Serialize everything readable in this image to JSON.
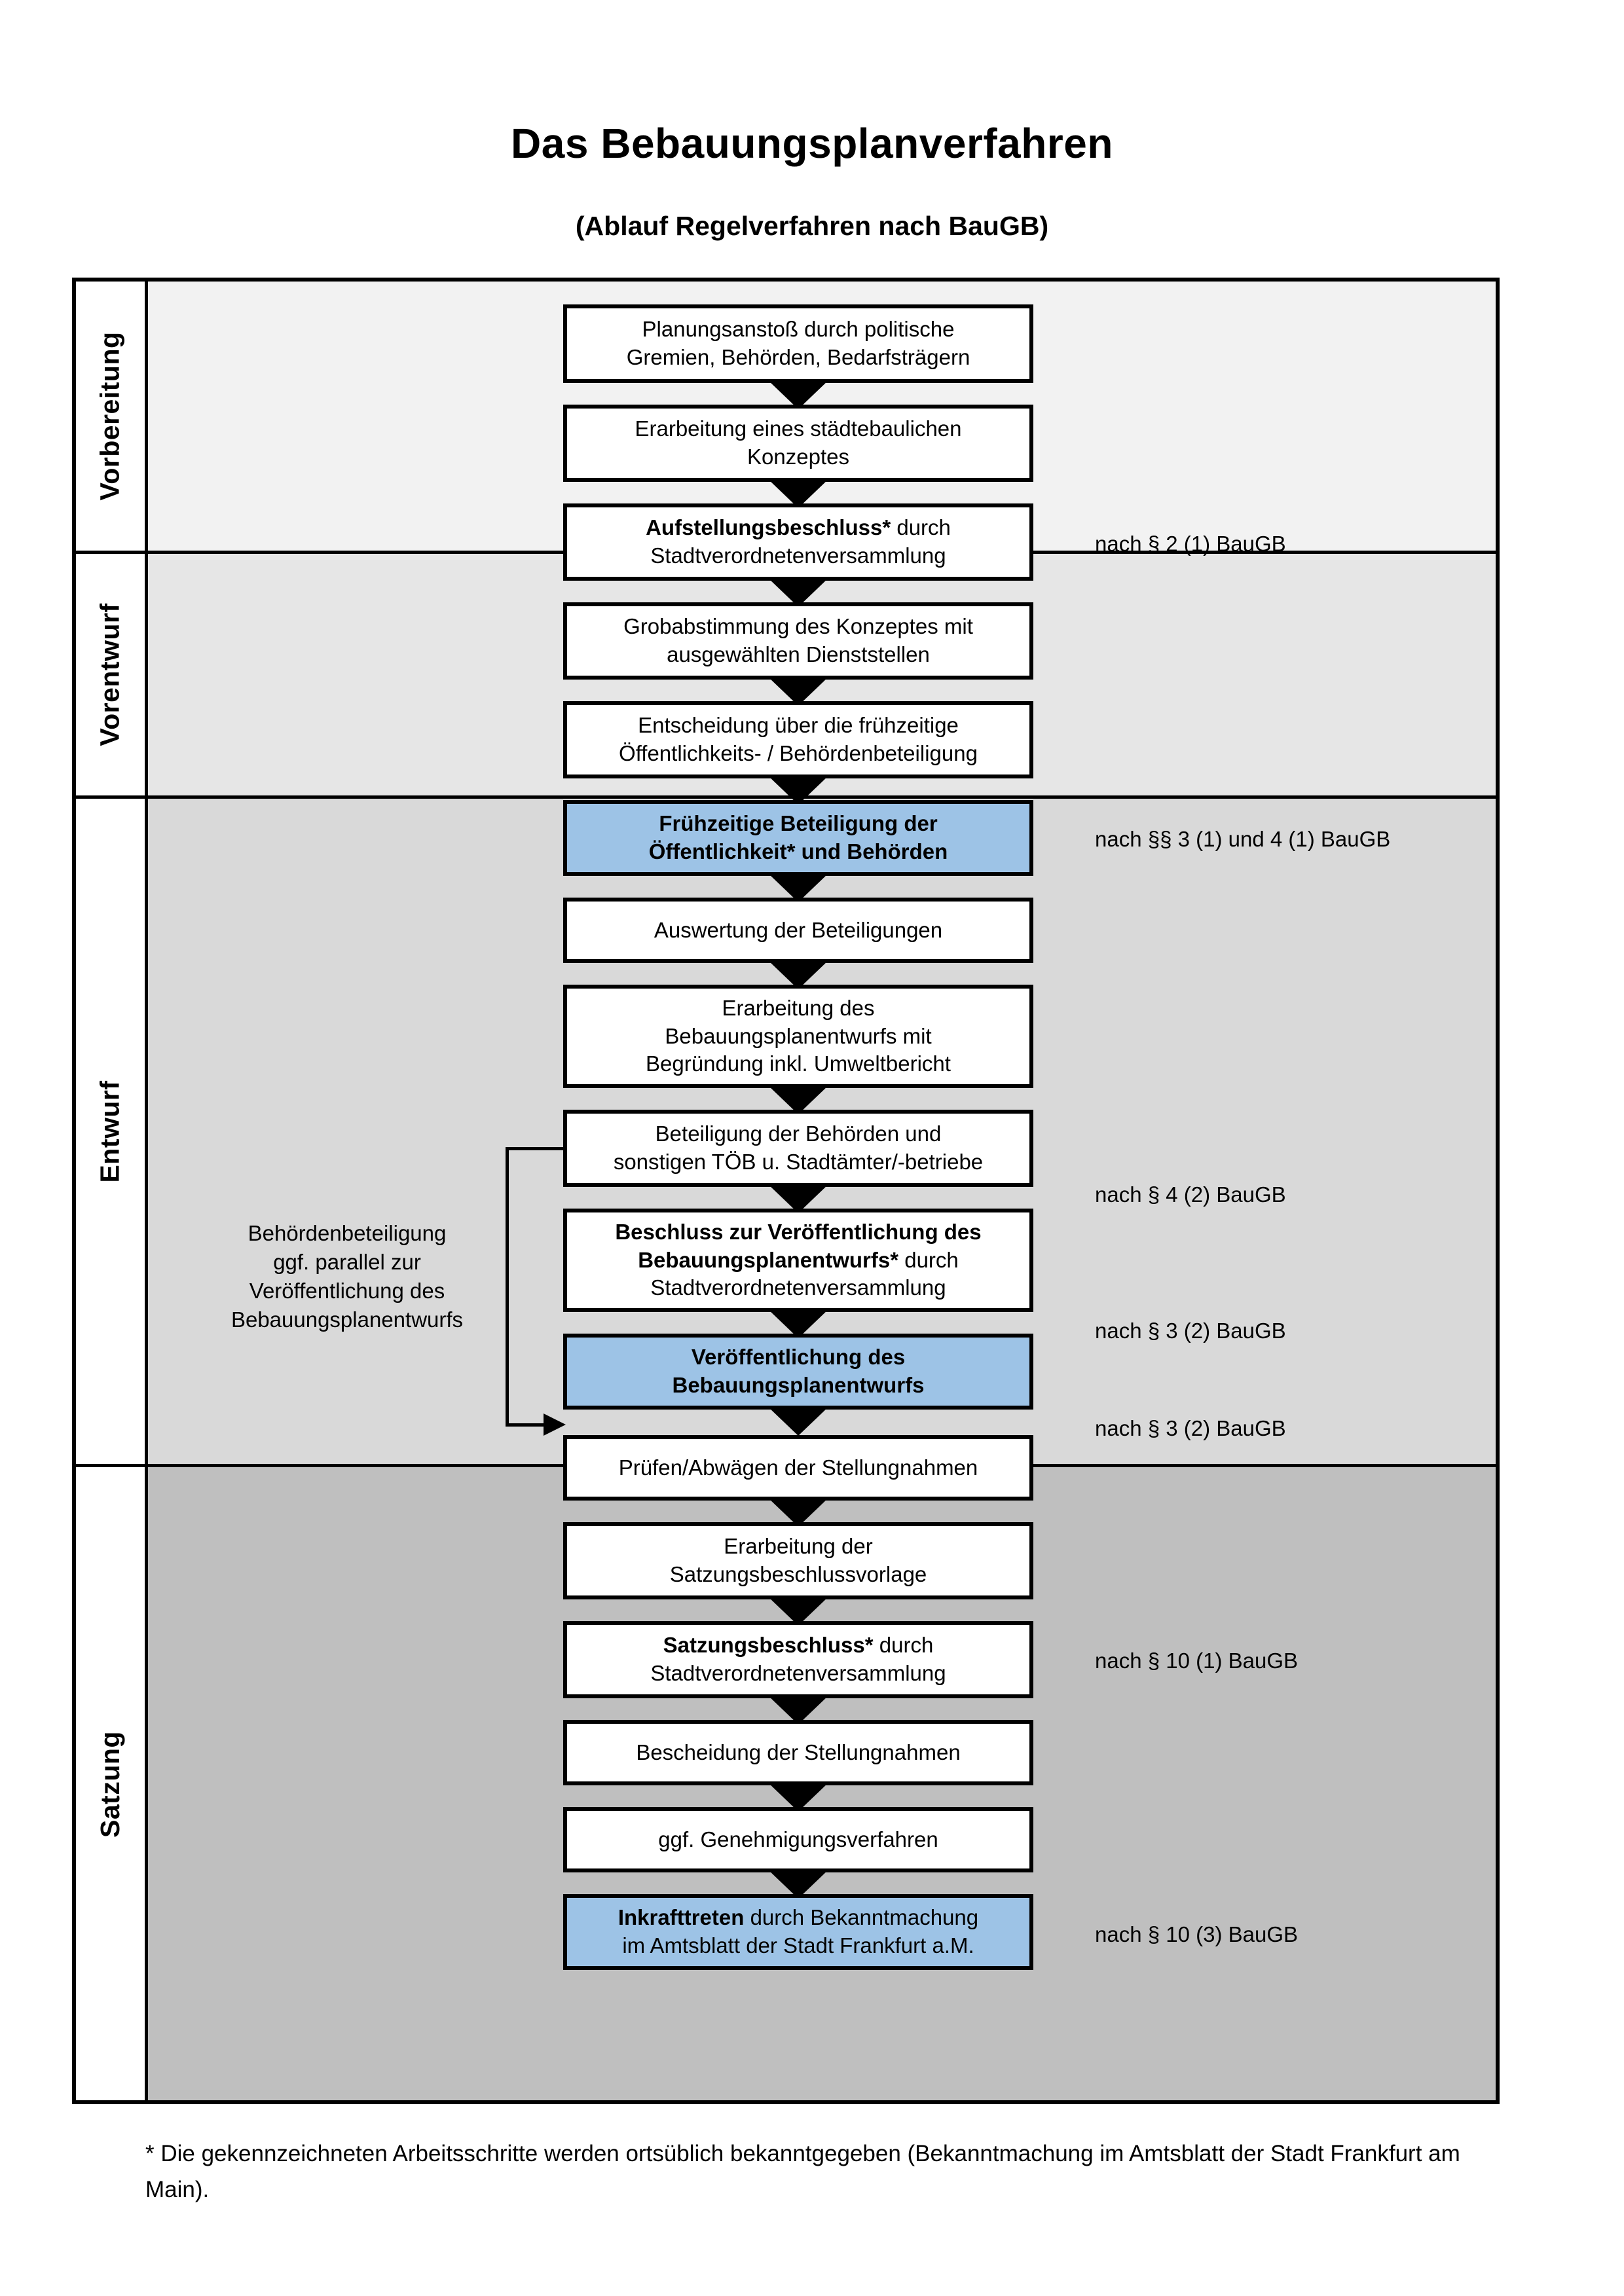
{
  "title": "Das Bebauungsplanverfahren",
  "subtitle": "(Ablauf Regelverfahren nach BauGB)",
  "colors": {
    "highlight_blue": "#9dc3e6",
    "band_vorbereitung": "#f2f2f2",
    "band_vorentwurf": "#e6e6e6",
    "band_entwurf": "#d9d9d9",
    "band_satzung": "#bfbfbf",
    "border": "#000000"
  },
  "phases": [
    {
      "id": "vorbereitung",
      "label": "Vorbereitung",
      "background": "#f2f2f2"
    },
    {
      "id": "vorentwurf",
      "label": "Vorentwurf",
      "background": "#e6e6e6"
    },
    {
      "id": "entwurf",
      "label": "Entwurf",
      "background": "#d9d9d9"
    },
    {
      "id": "satzung",
      "label": "Satzung",
      "background": "#bfbfbf"
    }
  ],
  "steps": [
    {
      "id": "planungsanstoss",
      "phase": "vorbereitung",
      "highlight": false,
      "line1": "Planungsanstoß durch politische",
      "line2": "Gremien, Behörden, Bedarfsträgern"
    },
    {
      "id": "staedtebau-konzept",
      "phase": "vorbereitung",
      "highlight": false,
      "line1": "Erarbeitung eines städtebaulichen",
      "line2": "Konzeptes"
    },
    {
      "id": "aufstellungsbeschluss",
      "phase": "vorbereitung",
      "highlight": false,
      "line1_bold": "Aufstellungsbeschluss*",
      "line1_rest": " durch",
      "line2": "Stadtverordnetenversammlung"
    },
    {
      "id": "grobabstimmung",
      "phase": "vorentwurf",
      "highlight": false,
      "line1": "Grobabstimmung des Konzeptes mit",
      "line2": "ausgewählten Dienststellen"
    },
    {
      "id": "entscheidung-fruehzeitig",
      "phase": "vorentwurf",
      "highlight": false,
      "line1": "Entscheidung über die frühzeitige",
      "line2": "Öffentlichkeits- / Behördenbeteiligung"
    },
    {
      "id": "fruehzeitige-beteiligung",
      "phase": "vorentwurf",
      "highlight": true,
      "line1_bold": "Frühzeitige Beteiligung der",
      "line2_bold": "Öffentlichkeit* und Behörden"
    },
    {
      "id": "auswertung-beteiligungen",
      "phase": "entwurf",
      "highlight": false,
      "line1": "Auswertung der Beteiligungen"
    },
    {
      "id": "erarbeitung-bplan-entwurf",
      "phase": "entwurf",
      "highlight": false,
      "line1": "Erarbeitung des",
      "line2": "Bebauungsplanentwurfs mit",
      "line3": "Begründung inkl. Umweltbericht"
    },
    {
      "id": "beteiligung-behoerden-toeb",
      "phase": "entwurf",
      "highlight": false,
      "line1": "Beteiligung der Behörden und",
      "line2": "sonstigen TÖB u. Stadtämter/-betriebe"
    },
    {
      "id": "beschluss-veroeffentlichung",
      "phase": "entwurf",
      "highlight": false,
      "line1_bold": "Beschluss zur Veröffentlichung des",
      "line2_bold": "Bebauungsplanentwurfs*",
      "line2_rest": " durch",
      "line3": "Stadtverordnetenversammlung"
    },
    {
      "id": "veroeffentlichung-bplan-entwurf",
      "phase": "entwurf",
      "highlight": true,
      "line1_bold": "Veröffentlichung des",
      "line2_bold": "Bebauungsplanentwurfs"
    },
    {
      "id": "pruefen-abwaegen",
      "phase": "satzung",
      "highlight": false,
      "line1": "Prüfen/Abwägen der Stellungnahmen"
    },
    {
      "id": "erarbeitung-satzungsvorlage",
      "phase": "satzung",
      "highlight": false,
      "line1": "Erarbeitung der",
      "line2": "Satzungsbeschlussvorlage"
    },
    {
      "id": "satzungsbeschluss",
      "phase": "satzung",
      "highlight": false,
      "line1_bold": "Satzungsbeschluss*",
      "line1_rest": " durch",
      "line2": "Stadtverordnetenversammlung"
    },
    {
      "id": "bescheidung-stellungnahmen",
      "phase": "satzung",
      "highlight": false,
      "line1": "Bescheidung der Stellungnahmen"
    },
    {
      "id": "genehmigungsverfahren",
      "phase": "satzung",
      "highlight": false,
      "line1": "ggf. Genehmigungsverfahren"
    },
    {
      "id": "inkrafttreten",
      "phase": "satzung",
      "highlight": true,
      "line1_bold": "Inkrafttreten",
      "line1_rest": " durch Bekanntmachung",
      "line2": "im Amtsblatt der Stadt Frankfurt a.M."
    }
  ],
  "references": [
    {
      "id": "ref-aufstellungsbeschluss",
      "text": "nach § 2 (1) BauGB"
    },
    {
      "id": "ref-fruehzeitige-beteiligung",
      "text": "nach §§ 3 (1) und 4 (1) BauGB"
    },
    {
      "id": "ref-behoerdenbeteiligung",
      "text": "nach § 4 (2) BauGB"
    },
    {
      "id": "ref-beschluss-veroeffentlichung",
      "text": "nach § 3 (2) BauGB"
    },
    {
      "id": "ref-veroeffentlichung",
      "text": "nach § 3 (2) BauGB"
    },
    {
      "id": "ref-satzungsbeschluss",
      "text": "nach § 10 (1) BauGB"
    },
    {
      "id": "ref-inkrafttreten",
      "text": "nach § 10 (3) BauGB"
    }
  ],
  "side_note": {
    "line1": "Behördenbeteiligung",
    "line2": "ggf. parallel zur",
    "line3": "Veröffentlichung des",
    "line4": "Bebauungsplanentwurfs"
  },
  "footnote": "* Die gekennzeichneten Arbeitsschritte werden ortsüblich bekanntgegeben (Bekanntmachung im Amtsblatt  der Stadt Frankfurt am Main)."
}
